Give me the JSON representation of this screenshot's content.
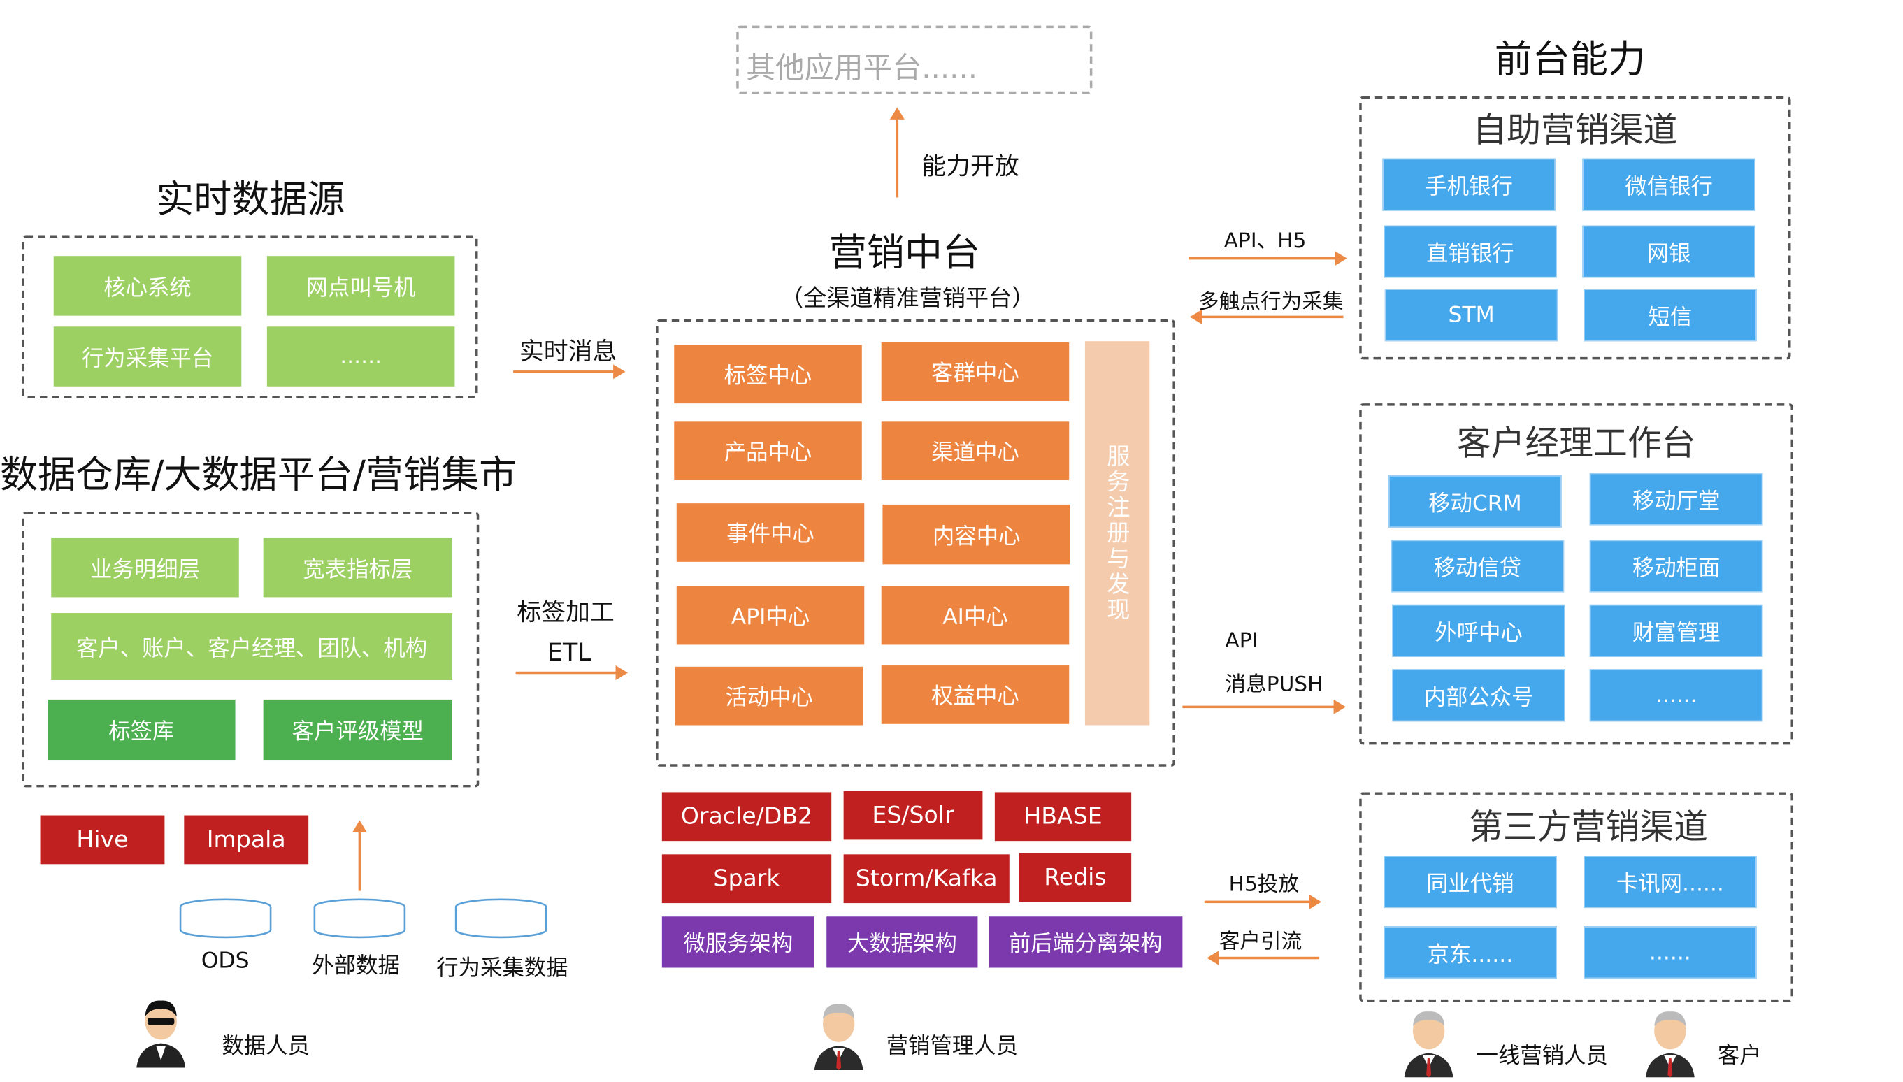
{
  "top": {
    "other_apps": "其他应用平台......",
    "capability_open": "能力开放"
  },
  "left": {
    "realtime_title": "实时数据源",
    "realtime_items": [
      "核心系统",
      "网点叫号机",
      "行为采集平台",
      "......"
    ],
    "dw_title": "数据仓库/大数据平台/营销集市",
    "dw_items": [
      "业务明细层",
      "宽表指标层",
      "客户、账户、客户经理、团队、机构",
      "标签库",
      "客户评级模型"
    ],
    "engines": [
      "Hive",
      "Impala"
    ],
    "sources": [
      "ODS",
      "外部数据",
      "行为采集数据"
    ],
    "realtime_msg": "实时消息",
    "tag_process": "标签加工",
    "etl": "ETL"
  },
  "center": {
    "title": "营销中台",
    "subtitle": "（全渠道精准营销平台）",
    "centers": [
      "标签中心",
      "客群中心",
      "产品中心",
      "渠道中心",
      "事件中心",
      "内容中心",
      "API中心",
      "AI中心",
      "活动中心",
      "权益中心"
    ],
    "service_registry": "服务注册与发现",
    "tech_red": [
      "Oracle/DB2",
      "ES/Solr",
      "HBASE",
      "Spark",
      "Storm/Kafka",
      "Redis"
    ],
    "tech_purple": [
      "微服务架构",
      "大数据架构",
      "前后端分离架构"
    ]
  },
  "right": {
    "front_title": "前台能力",
    "self_title": "自助营销渠道",
    "self_items": [
      "手机银行",
      "微信银行",
      "直销银行",
      "网银",
      "STM",
      "短信"
    ],
    "cm_title": "客户经理工作台",
    "cm_items": [
      "移动CRM",
      "移动厅堂",
      "移动信贷",
      "移动柜面",
      "外呼中心",
      "财富管理",
      "内部公众号",
      "......"
    ],
    "third_title": "第三方营销渠道",
    "third_items": [
      "同业代销",
      "卡讯网......",
      "京东......",
      "......"
    ],
    "api_h5": "API、H5",
    "multi_touch": "多触点行为采集",
    "api": "API",
    "push": "消息PUSH",
    "h5": "H5投放",
    "guide": "客户引流"
  },
  "people": {
    "data_staff": "数据人员",
    "mkt_mgmt": "营销管理人员",
    "frontline": "一线营销人员",
    "customer": "客户"
  },
  "colors": {
    "green": "#9cd062",
    "dark_green": "#4caf50",
    "orange": "#ed8540",
    "blue": "#45a7ec",
    "red": "#c0201f",
    "purple": "#7b39ad",
    "arrow": "#ec8a45"
  }
}
